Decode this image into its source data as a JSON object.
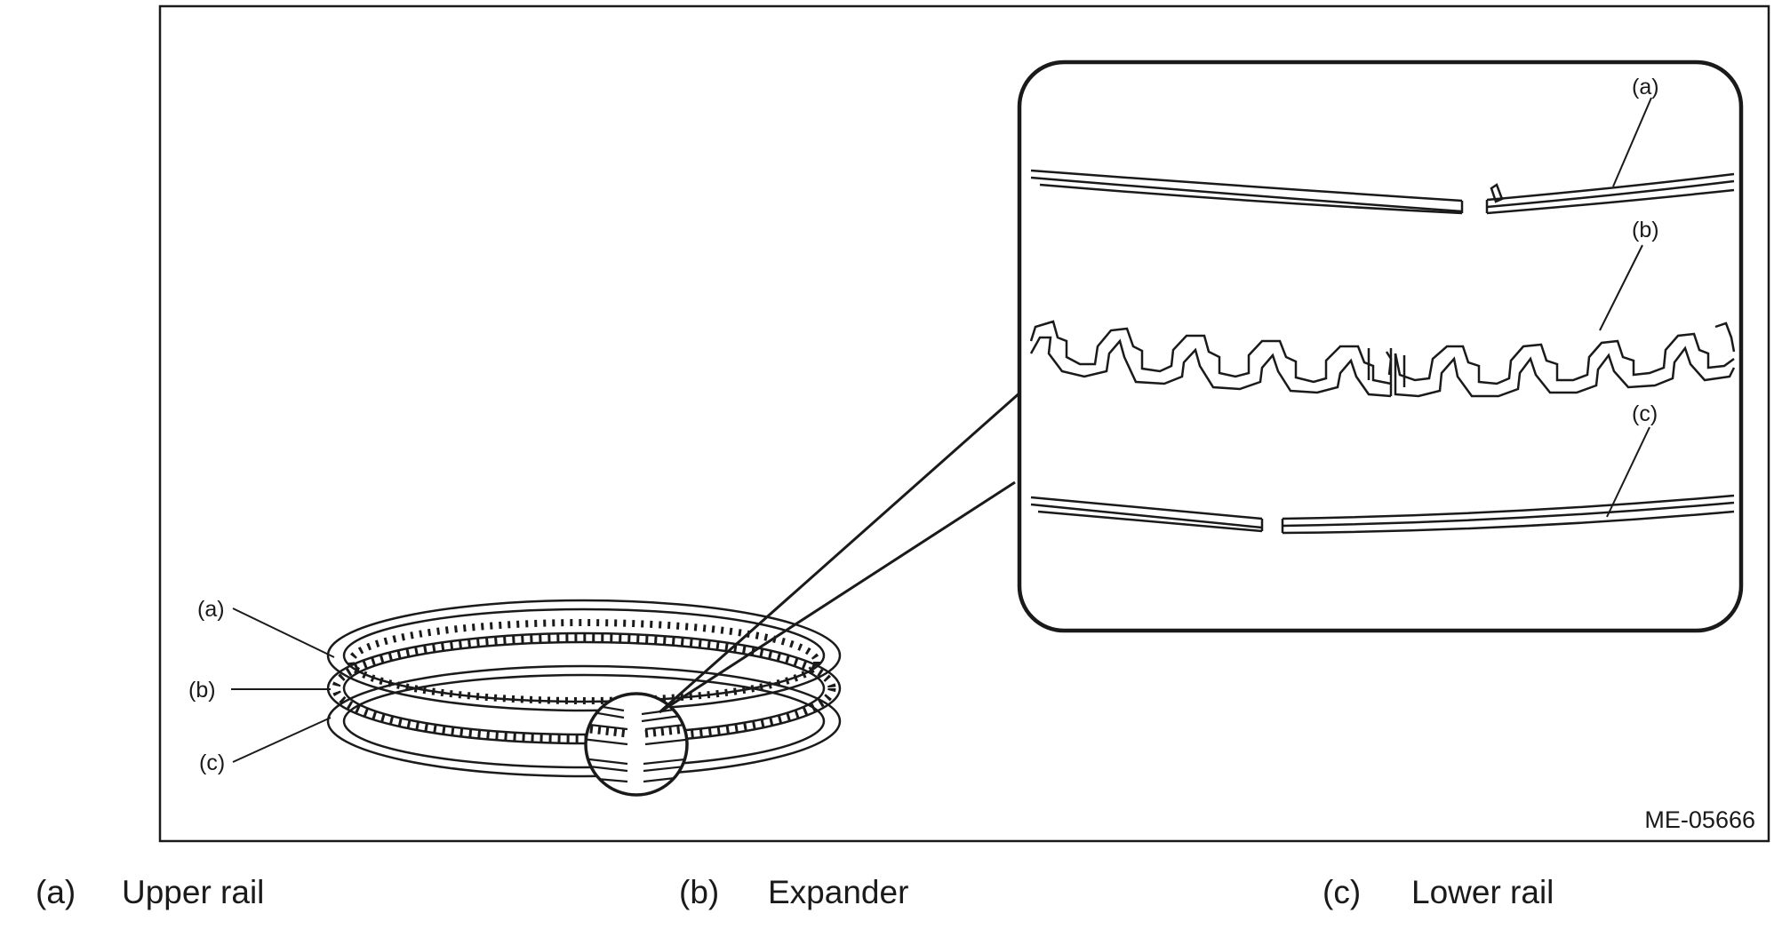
{
  "figure": {
    "id": "ME-05666",
    "callouts": {
      "a": "(a)",
      "b": "(b)",
      "c": "(c)"
    }
  },
  "legend": [
    {
      "key": "(a)",
      "label": "Upper rail"
    },
    {
      "key": "(b)",
      "label": "Expander"
    },
    {
      "key": "(c)",
      "label": "Lower rail"
    }
  ]
}
